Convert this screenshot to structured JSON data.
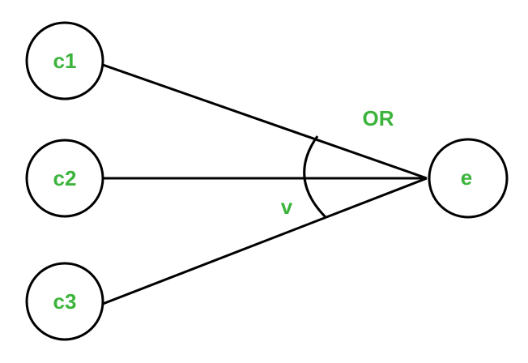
{
  "nodes": {
    "c1": "c1",
    "c2": "c2",
    "c3": "c3",
    "e": "e"
  },
  "labels": {
    "or": "OR",
    "v": "v"
  },
  "colors": {
    "text": "#3cb43c",
    "stroke": "#000000"
  }
}
